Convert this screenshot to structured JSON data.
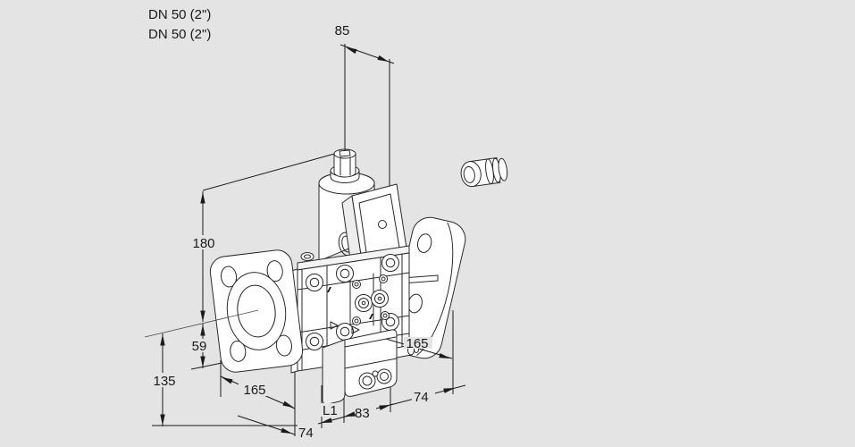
{
  "colors": {
    "background": "#e4e4e4",
    "line": "#1a1a1a",
    "face": "#ffffff"
  },
  "labels": {
    "dn_line1": "DN 50 (2\")",
    "dn_line2": "DN 50 (2\")"
  },
  "dims": {
    "d85": "85",
    "d180": "180",
    "d59": "59",
    "d135": "135",
    "d165_left": "165",
    "d74_bottom": "74",
    "dL1": "L1",
    "d83": "83",
    "d74_right": "74",
    "d165_right": "165"
  }
}
